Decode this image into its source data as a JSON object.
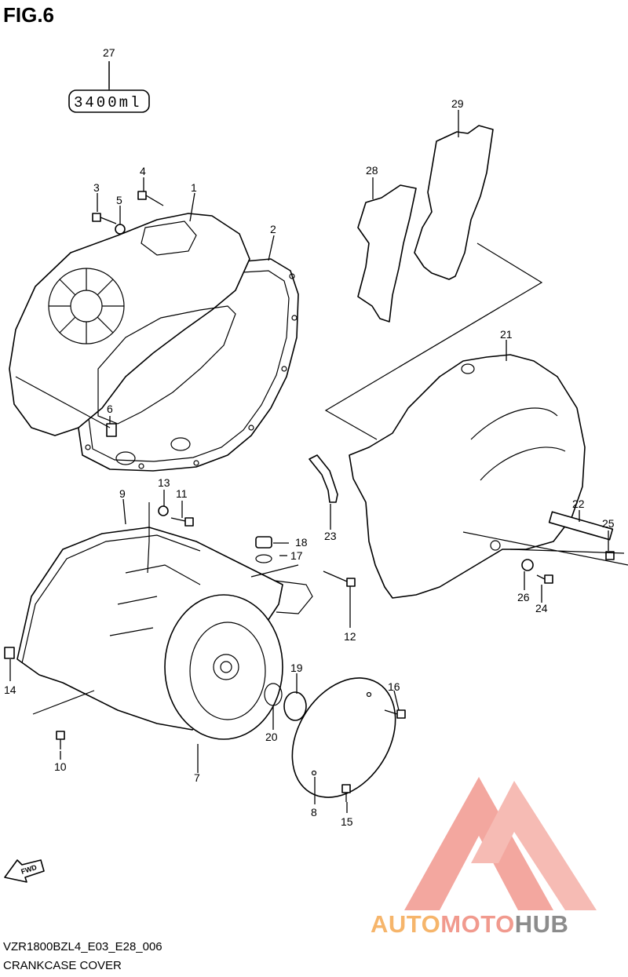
{
  "figure": {
    "title": "FIG.6",
    "model_code": "VZR1800BZL4_E03_E28_006",
    "section_name": "CRANKCASE COVER"
  },
  "sealant_label": "3400ml",
  "fwd_label": "FWD",
  "callouts": [
    "1",
    "2",
    "3",
    "4",
    "5",
    "6",
    "7",
    "8",
    "9",
    "10",
    "11",
    "12",
    "13",
    "14",
    "15",
    "16",
    "17",
    "18",
    "19",
    "20",
    "21",
    "22",
    "23",
    "24",
    "25",
    "26",
    "27",
    "28",
    "29"
  ],
  "watermark": {
    "word_1": "AUTO",
    "word_2": "MOTO",
    "word_3": "HUB",
    "colors": {
      "auto": "#f6b56b",
      "moto": "#f19a8e",
      "hub": "#8c8c8c",
      "logo": "#f08a80"
    }
  }
}
